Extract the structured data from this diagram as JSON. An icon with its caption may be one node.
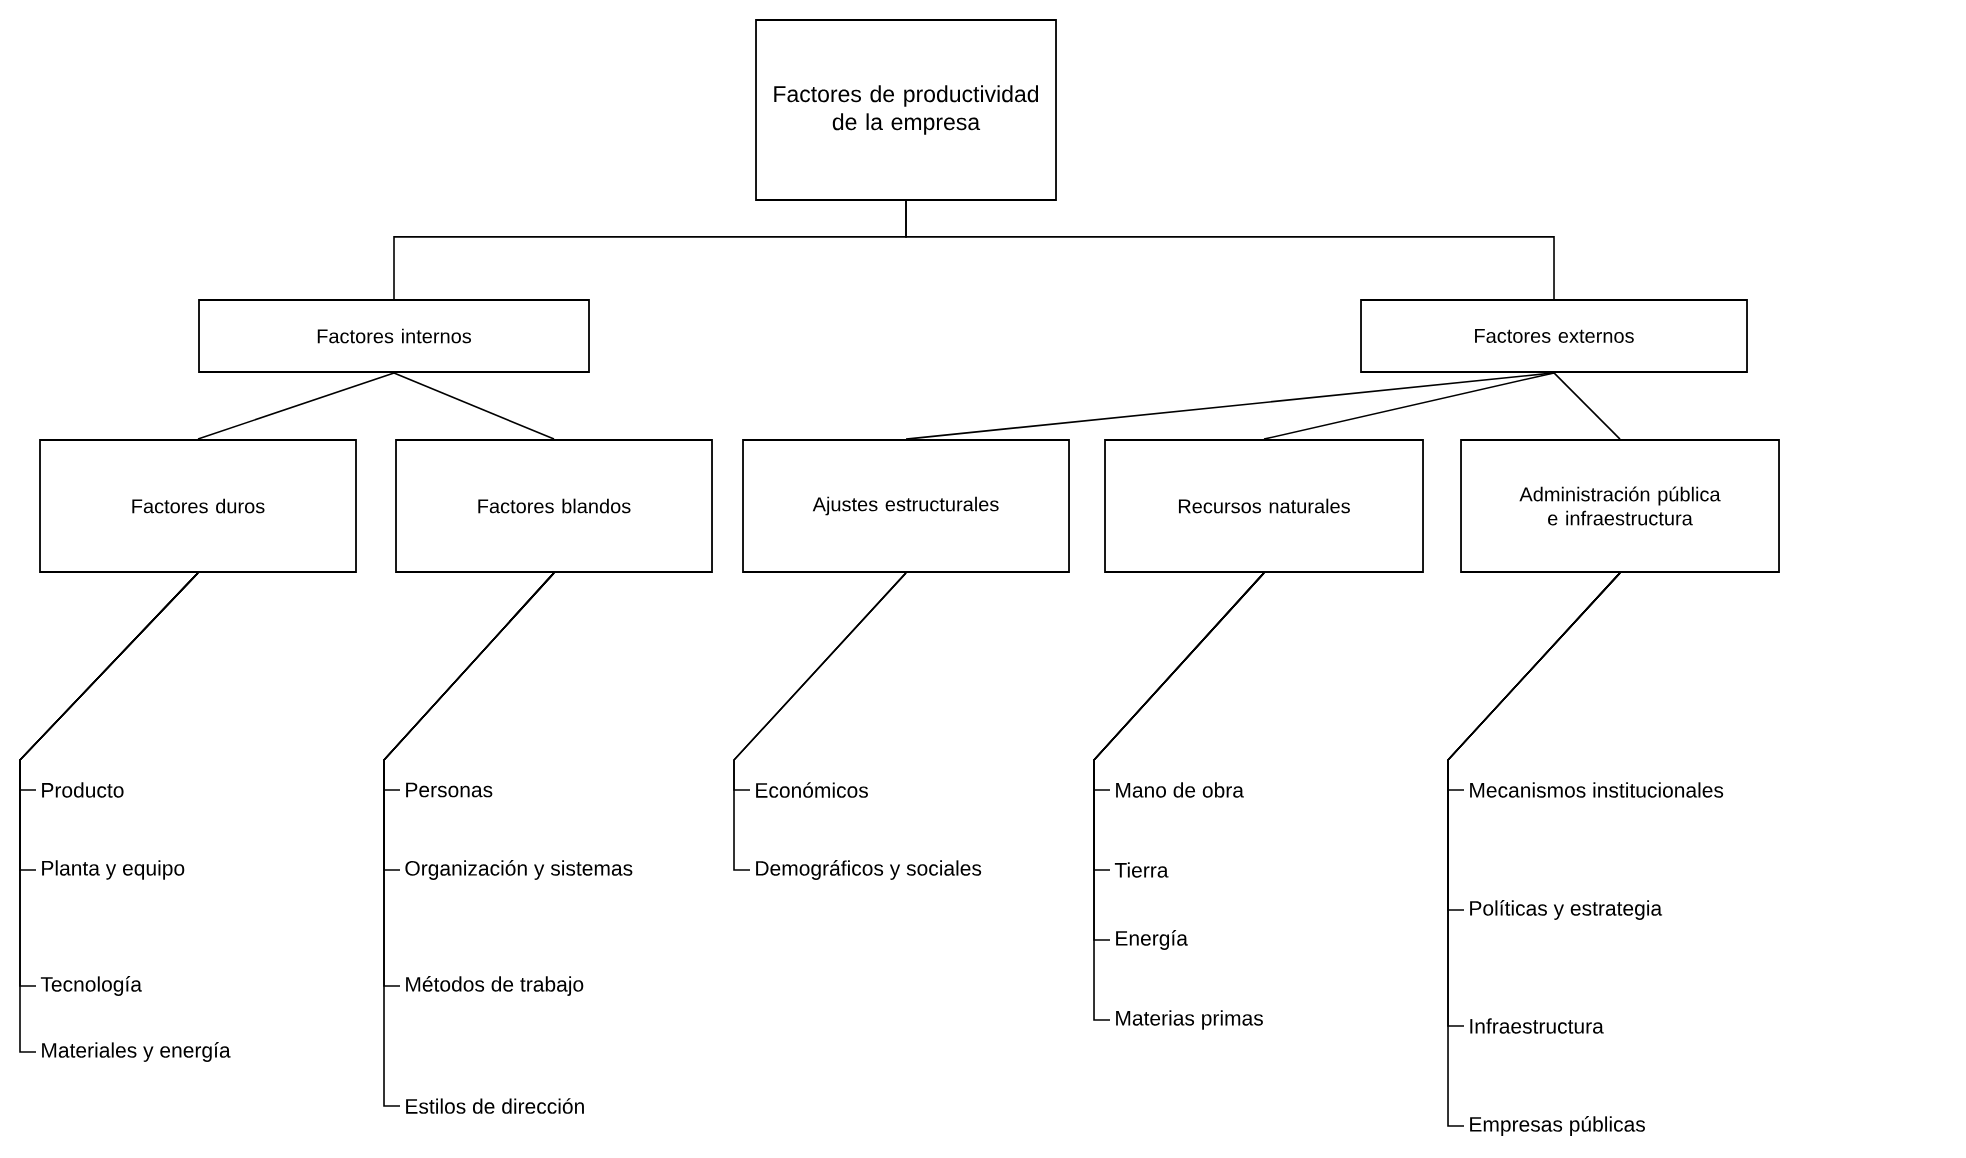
{
  "diagram": {
    "nodes": [
      {
        "text": [
          "Factores de productividad de la empresa"
        ]
      },
      {
        "text": [
          "Factores internos"
        ]
      },
      {
        "text": [
          "Factores externos"
        ]
      },
      {
        "text": [
          "Factores duros"
        ]
      },
      {
        "text": [
          "Factores blandos"
        ]
      },
      {
        "text": [
          "Ajustes estructurales"
        ]
      },
      {
        "text": [
          "Recursos naturales"
        ]
      },
      {
        "text": [
          "Administración pública e infraestructura"
        ]
      },
      {
        "text": [
          "Producto"
        ]
      },
      {
        "text": [
          "Planta y equipo"
        ]
      },
      {
        "text": [
          "Tecnología"
        ]
      },
      {
        "text": [
          "Materiales y energía"
        ]
      },
      {
        "text": [
          "Personas"
        ]
      },
      {
        "text": [
          "Organización y sistemas"
        ]
      },
      {
        "text": [
          "Métodos de trabajo"
        ]
      },
      {
        "text": [
          "Estilos de dirección"
        ]
      },
      {
        "text": [
          "Económicos"
        ]
      },
      {
        "text": [
          "Demográficos y sociales"
        ]
      },
      {
        "text": [
          "Mano de obra"
        ]
      },
      {
        "text": [
          "Tierra"
        ]
      },
      {
        "text": [
          "Energía"
        ]
      },
      {
        "text": [
          "Materias primas"
        ]
      },
      {
        "text": [
          "Mecanismos institucionales"
        ]
      },
      {
        "text": [
          "Políticas y estrategia"
        ]
      },
      {
        "text": [
          "Infraestructura"
        ]
      },
      {
        "text": [
          "Empresas públicas"
        ]
      }
    ],
    "edges": [
      {
        "from": 0,
        "to": 1,
        "arrow": "none"
      },
      {
        "from": 0,
        "to": 2,
        "arrow": "none"
      },
      {
        "from": 1,
        "to": 3,
        "arrow": "none"
      },
      {
        "from": 1,
        "to": 4,
        "arrow": "none"
      },
      {
        "from": 2,
        "to": 5,
        "arrow": "none"
      },
      {
        "from": 2,
        "to": 6,
        "arrow": "none"
      },
      {
        "from": 2,
        "to": 7,
        "arrow": "none"
      },
      {
        "from": 3,
        "to": 8,
        "arrow": "none"
      },
      {
        "from": 3,
        "to": 9,
        "arrow": "none"
      },
      {
        "from": 3,
        "to": 10,
        "arrow": "none"
      },
      {
        "from": 3,
        "to": 11,
        "arrow": "none"
      },
      {
        "from": 4,
        "to": 12,
        "arrow": "none"
      },
      {
        "from": 4,
        "to": 13,
        "arrow": "none"
      },
      {
        "from": 4,
        "to": 14,
        "arrow": "none"
      },
      {
        "from": 4,
        "to": 15,
        "arrow": "none"
      },
      {
        "from": 5,
        "to": 16,
        "arrow": "none"
      },
      {
        "from": 5,
        "to": 17,
        "arrow": "none"
      },
      {
        "from": 6,
        "to": 18,
        "arrow": "none"
      },
      {
        "from": 6,
        "to": 19,
        "arrow": "none"
      },
      {
        "from": 6,
        "to": 20,
        "arrow": "none"
      },
      {
        "from": 6,
        "to": 21,
        "arrow": "none"
      },
      {
        "from": 7,
        "to": 22,
        "arrow": "none"
      },
      {
        "from": 7,
        "to": 23,
        "arrow": "none"
      },
      {
        "from": 7,
        "to": 24,
        "arrow": "none"
      },
      {
        "from": 7,
        "to": 25,
        "arrow": "none"
      }
    ]
  }
}
